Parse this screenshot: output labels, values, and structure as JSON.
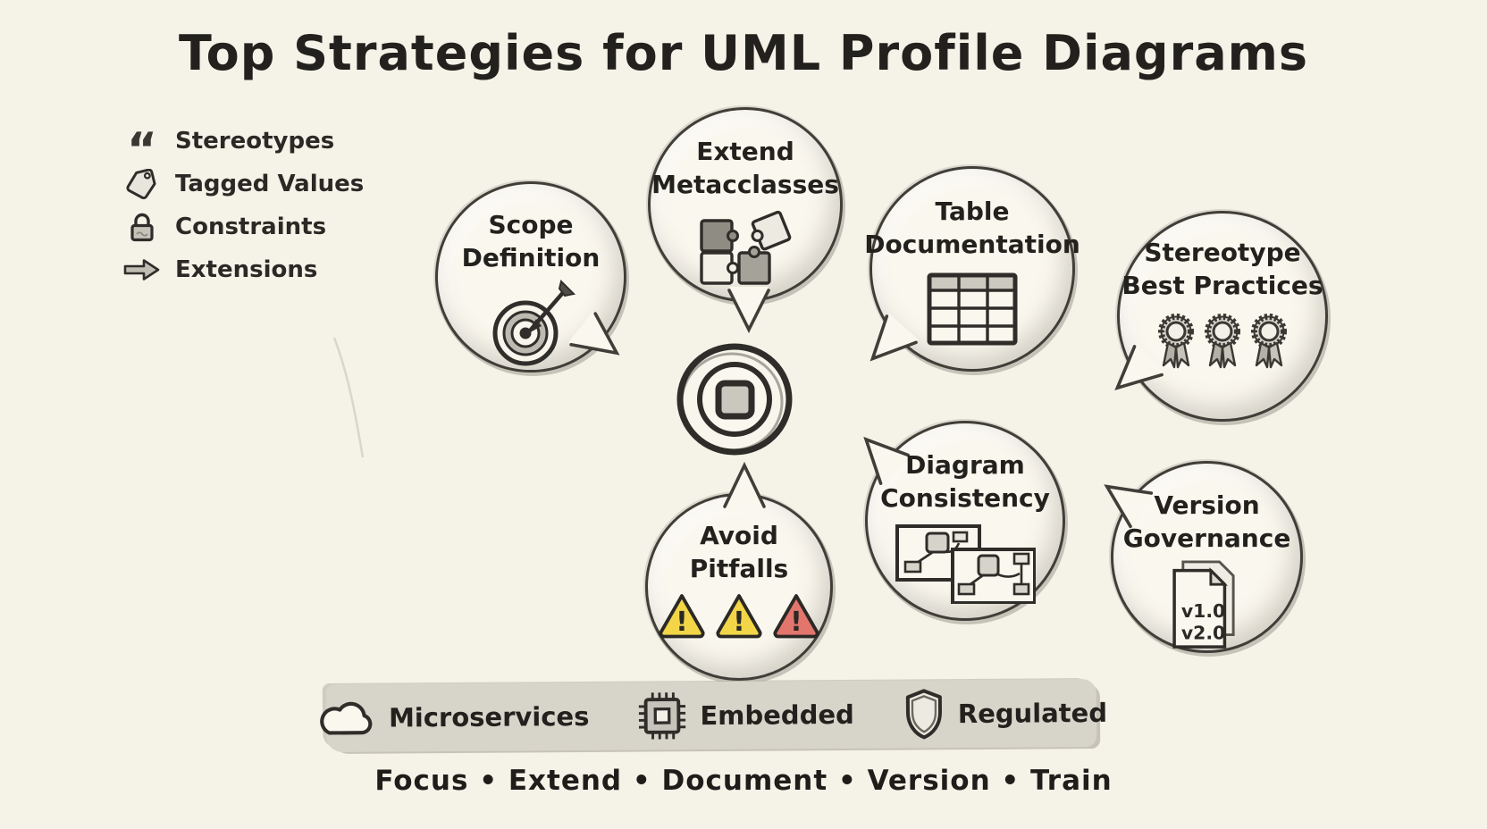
{
  "title": "Top Strategies for UML Profile Diagrams",
  "legend": {
    "items": [
      {
        "icon": "quote-icon",
        "label": "Stereotypes"
      },
      {
        "icon": "tag-icon",
        "label": "Tagged Values"
      },
      {
        "icon": "lock-icon",
        "label": "Constraints"
      },
      {
        "icon": "arrow-icon",
        "label": "Extensions"
      }
    ]
  },
  "bubbles": [
    {
      "id": "scope-definition",
      "lines": [
        "Scope",
        "Definition"
      ],
      "icon": "target-icon"
    },
    {
      "id": "extend-metaclasses",
      "lines": [
        "Extend",
        "Metacclasses"
      ],
      "icon": "puzzle-icon"
    },
    {
      "id": "table-documentation",
      "lines": [
        "Table",
        "Documentation"
      ],
      "icon": "table-icon"
    },
    {
      "id": "stereotype-best-practices",
      "lines": [
        "Stereotype",
        "Best Practices"
      ],
      "icon": "medals-icon"
    },
    {
      "id": "avoid-pitfalls",
      "lines": [
        "Avoid",
        "Pitfalls"
      ],
      "icon": "warning-triangles-icon",
      "warning_mark": "!"
    },
    {
      "id": "diagram-consistency",
      "lines": [
        "Diagram",
        "Consistency"
      ],
      "icon": "diagram-cards-icon"
    },
    {
      "id": "version-governance",
      "lines": [
        "Version",
        "Governance"
      ],
      "icon": "versioned-doc-icon",
      "doc_lines": [
        "v1.0",
        "v2.0"
      ]
    }
  ],
  "hub": {
    "icon": "hub-target-icon"
  },
  "banner": {
    "items": [
      {
        "icon": "cloud-icon",
        "label": "Microservices"
      },
      {
        "icon": "chip-icon",
        "label": "Embedded"
      },
      {
        "icon": "shield-icon",
        "label": "Regulated"
      }
    ]
  },
  "tagline": "Focus • Extend • Document • Version • Train",
  "colors": {
    "background": "#f5f2e8",
    "ink": "#2f2d29",
    "bubble_fill": "#faf7ee",
    "banner_fill": "#d7d4ca",
    "warning_yellow": "#f2d648",
    "warning_red": "#e2766d"
  }
}
